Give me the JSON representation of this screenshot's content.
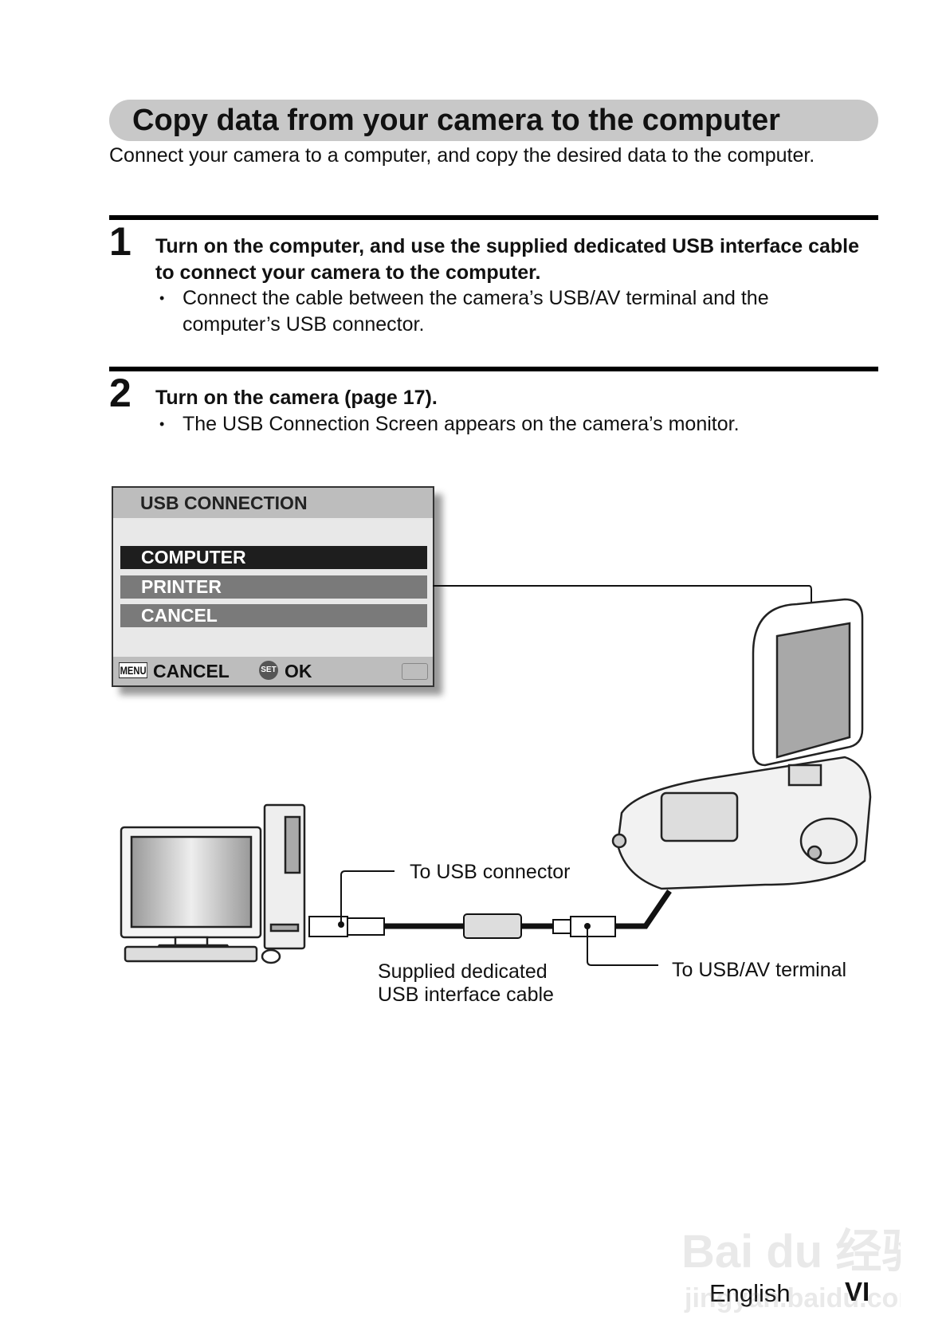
{
  "title": "Copy data from your camera to the computer",
  "intro": "Connect your camera to a computer, and copy the desired data to the computer.",
  "steps": [
    {
      "number": "1",
      "heading": "Turn on the computer, and use the supplied dedicated USB interface cable to connect your camera to the computer.",
      "bullet": "Connect the cable between the camera’s USB/AV terminal and the computer’s USB connector."
    },
    {
      "number": "2",
      "heading": "Turn on the camera  (page 17).",
      "bullet": "The USB Connection Screen appears on the camera’s monitor."
    }
  ],
  "bullet_glyph": "•",
  "usb_screen": {
    "header": "USB CONNECTION",
    "options": [
      "COMPUTER",
      "PRINTER",
      "CANCEL"
    ],
    "selected": "COMPUTER",
    "footer": {
      "menu_key": "MENU",
      "cancel": "CANCEL",
      "set_key": "SET",
      "ok": "OK"
    }
  },
  "diagram_labels": {
    "usb_connector": "To USB connector",
    "cable_line1": "Supplied dedicated",
    "cable_line2": "USB interface cable",
    "av_terminal": "To USB/AV terminal"
  },
  "footer": {
    "language": "English",
    "page": "VI"
  },
  "watermark": "Baidu 经验 jingyan.baidu.com"
}
